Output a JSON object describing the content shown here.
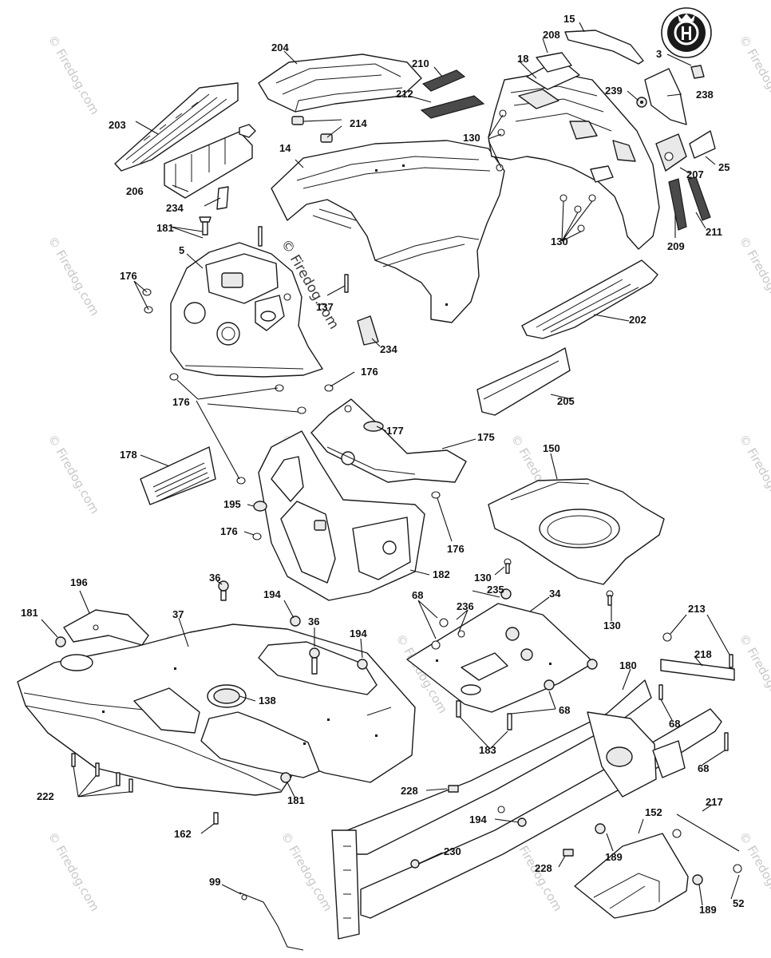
{
  "watermark": {
    "text": "© Firedog.com"
  },
  "brand_logo": {
    "icon": "husqvarna-crown-logo"
  },
  "callouts": {
    "c15": "15",
    "c3": "3",
    "c204": "204",
    "c208": "208",
    "c210": "210",
    "c18": "18",
    "c212": "212",
    "c239": "239",
    "c238": "238",
    "c203": "203",
    "c214": "214",
    "c130a": "130",
    "c14": "14",
    "c207": "207",
    "c25": "25",
    "c206": "206",
    "c234a": "234",
    "c181a": "181",
    "c130b": "130",
    "c209": "209",
    "c211": "211",
    "c5": "5",
    "c176a": "176",
    "c137": "137",
    "c202": "202",
    "c234b": "234",
    "c176b": "176",
    "c176c": "176",
    "c205": "205",
    "c177": "177",
    "c175": "175",
    "c178": "178",
    "c150": "150",
    "c195": "195",
    "c176d": "176",
    "c176e": "176",
    "c182": "182",
    "c130c": "130",
    "c130d": "130",
    "c196": "196",
    "c36a": "36",
    "c194a": "194",
    "c68a": "68",
    "c235": "235",
    "c34": "34",
    "c181b": "181",
    "c37": "37",
    "c36b": "36",
    "c236": "236",
    "c213": "213",
    "c194b": "194",
    "c218": "218",
    "c180": "180",
    "c138": "138",
    "c68b": "68",
    "c68c": "68",
    "c183": "183",
    "c68d": "68",
    "c222": "222",
    "c228a": "228",
    "c181c": "181",
    "c217": "217",
    "c162": "162",
    "c194c": "194",
    "c152": "152",
    "c230": "230",
    "c189a": "189",
    "c228b": "228",
    "c99": "99",
    "c52": "52",
    "c189b": "189"
  }
}
